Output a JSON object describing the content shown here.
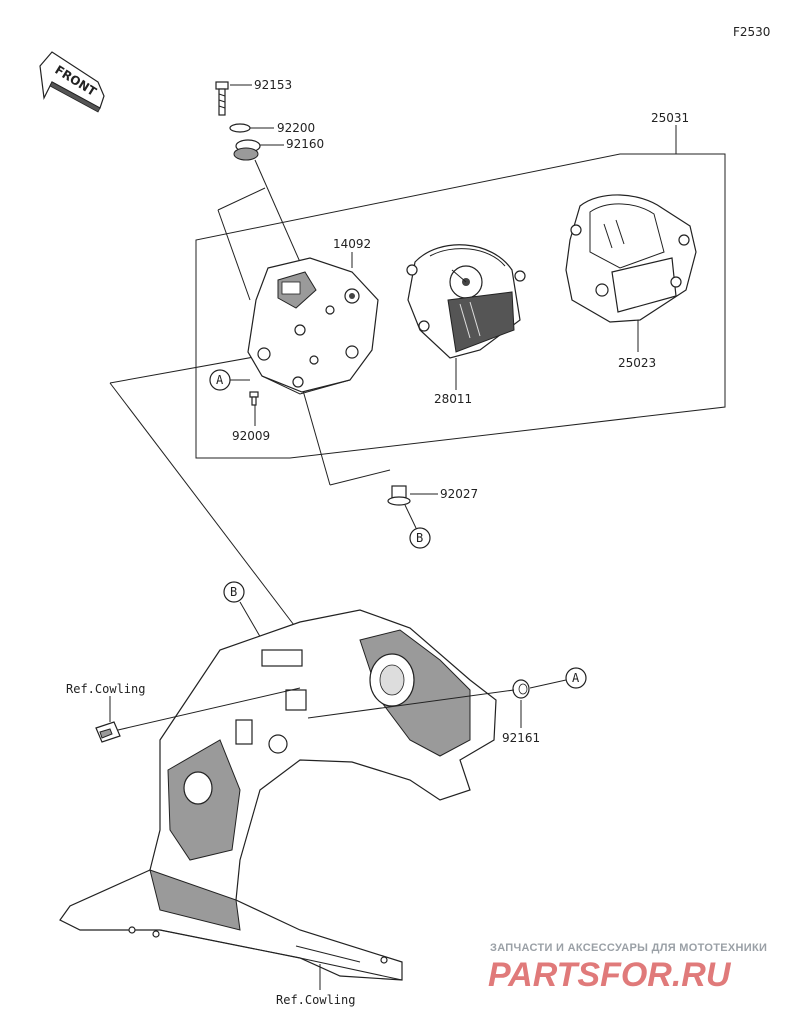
{
  "figure_code": "F2530",
  "front_label": "FRONT",
  "callouts": {
    "p92153": "92153",
    "p92200": "92200",
    "p92160": "92160",
    "p25031": "25031",
    "p14092": "14092",
    "p28011": "28011",
    "p25023": "25023",
    "p92009": "92009",
    "p92027": "92027",
    "p92161": "92161"
  },
  "ref_marks": {
    "a": "A",
    "b": "B"
  },
  "ref_labels": {
    "cowling_left": "Ref.Cowling",
    "cowling_bottom": "Ref.Cowling"
  },
  "watermark": {
    "tagline": "ЗАПЧАСТИ И АКСЕССУАРЫ ДЛЯ МОТОТЕХНИКИ",
    "brand": "PARTSFOR.RU",
    "brand_color": "#e07a7a"
  }
}
